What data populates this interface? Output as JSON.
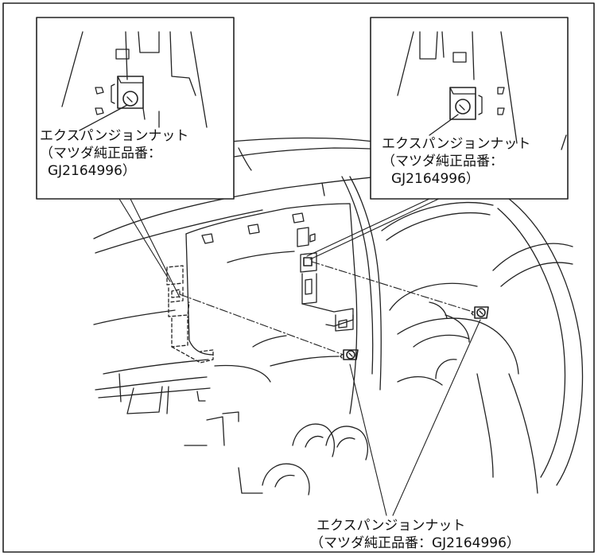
{
  "callout_left": {
    "line1": "エクスパンジョンナット",
    "line2": "（マツダ純正品番：",
    "line3": "GJ2164996）"
  },
  "callout_right": {
    "line1": "エクスパンジョンナット",
    "line2": "（マツダ純正品番：",
    "line3": "GJ2164996）"
  },
  "callout_bottom": {
    "line1": "エクスパンジョンナット",
    "line2": "（マツダ純正品番：GJ2164996）"
  },
  "colors": {
    "line": "#222222",
    "background": "#ffffff"
  }
}
